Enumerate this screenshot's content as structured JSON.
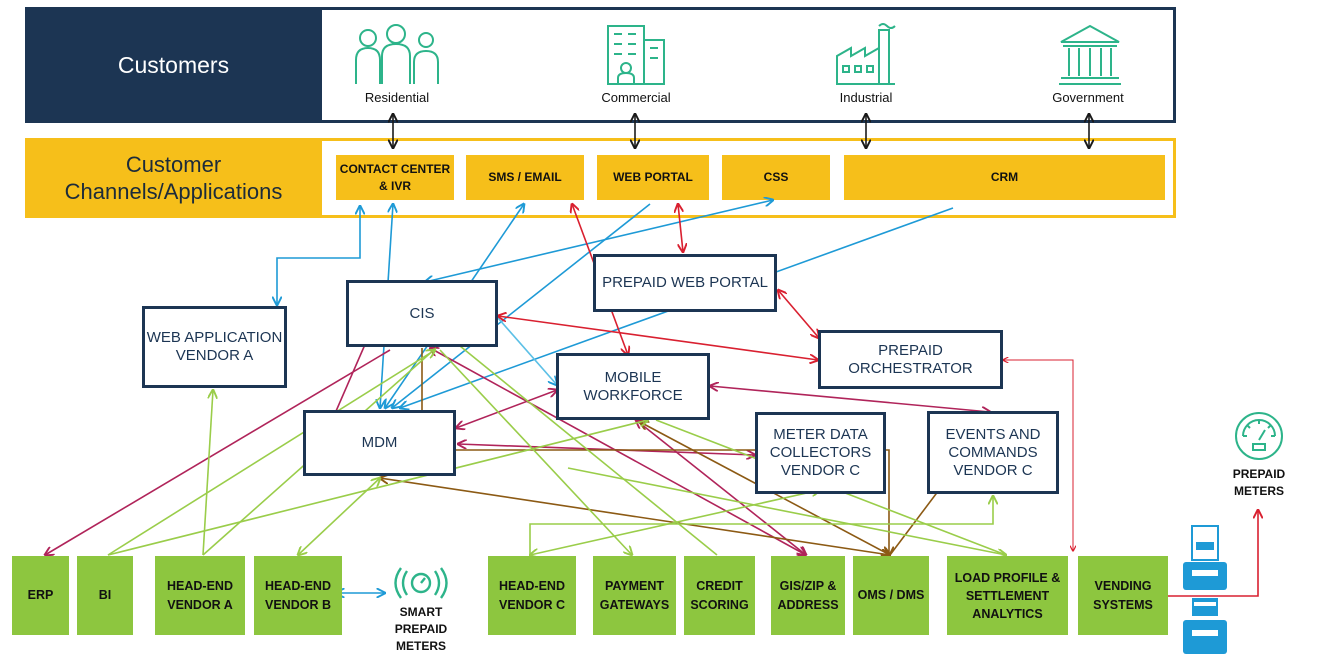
{
  "customers": {
    "title": "Customers",
    "segments": [
      {
        "label": "Residential",
        "icon": "residential-people-icon"
      },
      {
        "label": "Commercial",
        "icon": "commercial-building-icon"
      },
      {
        "label": "Industrial",
        "icon": "industrial-factory-icon"
      },
      {
        "label": "Government",
        "icon": "government-building-icon"
      }
    ]
  },
  "channels": {
    "title": "Customer Channels/Applications",
    "items": [
      {
        "label": "CONTACT CENTER & IVR"
      },
      {
        "label": "SMS / EMAIL"
      },
      {
        "label": "WEB PORTAL"
      },
      {
        "label": "CSS"
      },
      {
        "label": "CRM"
      }
    ]
  },
  "systems": {
    "web_app": "WEB APPLICATION VENDOR A",
    "cis": "CIS",
    "prepaid_web_portal": "PREPAID WEB PORTAL",
    "prepaid_orchestrator": "PREPAID ORCHESTRATOR",
    "mobile_workforce": "MOBILE WORKFORCE",
    "mdm": "MDM",
    "meter_data_collectors": "METER DATA COLLECTORS VENDOR C",
    "events_commands": "EVENTS AND COMMANDS VENDOR C"
  },
  "bottom": {
    "items": [
      {
        "label": "ERP"
      },
      {
        "label": "BI"
      },
      {
        "label": "HEAD-END VENDOR A"
      },
      {
        "label": "HEAD-END VENDOR B"
      },
      {
        "label": "HEAD-END VENDOR C"
      },
      {
        "label": "PAYMENT GATEWAYS"
      },
      {
        "label": "CREDIT SCORING"
      },
      {
        "label": "GIS/ZIP & ADDRESS"
      },
      {
        "label": "OMS / DMS"
      },
      {
        "label": "LOAD PROFILE & SETTLEMENT ANALYTICS"
      },
      {
        "label": "VENDING SYSTEMS"
      }
    ]
  },
  "notes": {
    "smart_meters": "SMART PREPAID METERS",
    "prepaid_meters": "PREPAID METERS"
  },
  "icons": {
    "smart_meter": "smart-meter-signal-icon",
    "prepaid_meter": "gauge-meter-icon",
    "vending_machines": "vending-kiosk-icon"
  },
  "colors": {
    "navy": "#1c3553",
    "gold": "#f6bf1a",
    "green": "#8dc63f",
    "teal_icon": "#2db48a",
    "blue_link": "#1e9ad6",
    "red_link": "#d92030",
    "maroon_link": "#b0245a",
    "brown_link": "#8c5a14",
    "lightgreen_link": "#9acd4a"
  }
}
